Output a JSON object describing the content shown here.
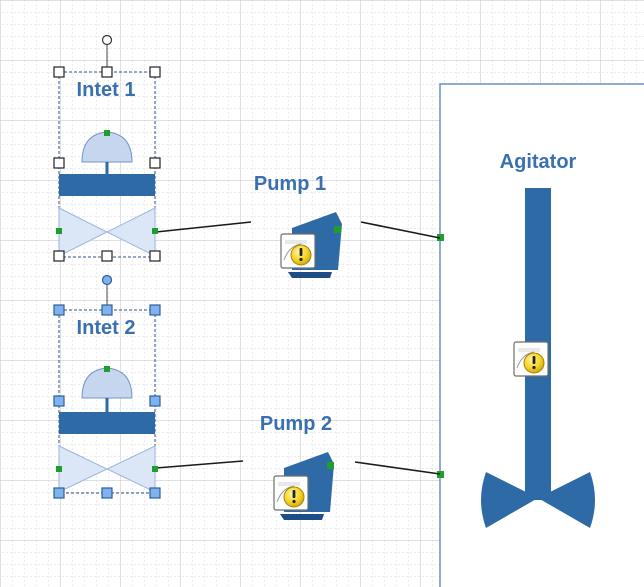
{
  "diagram": {
    "shapes": {
      "inlet1": {
        "label": "Intet 1"
      },
      "inlet2": {
        "label": "Intet 2"
      },
      "pump1": {
        "label": "Pump 1"
      },
      "pump2": {
        "label": "Pump 2"
      },
      "agitator": {
        "label": "Agitator"
      }
    },
    "icons": {
      "warning": "warning-icon",
      "pump": "pump-icon",
      "valve": "valve-icon"
    },
    "colors": {
      "shape_fill": "#2e6aa6",
      "shape_light": "#c5d6ee",
      "label": "#3a6fb0",
      "selection_handle_blue": "#7fb2ef",
      "connection_point": "#1e9e2a",
      "warning_yellow": "#f5d323"
    }
  }
}
